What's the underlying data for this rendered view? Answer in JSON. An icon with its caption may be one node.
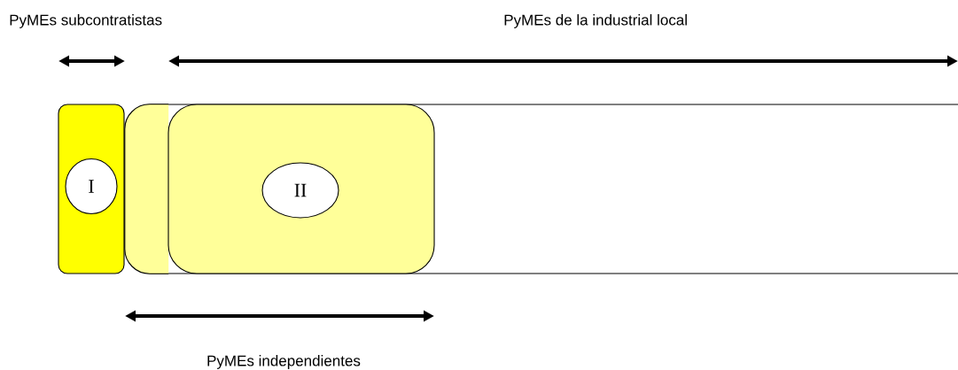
{
  "diagram": {
    "nodes": [
      {
        "text": [],
        "shape": "box"
      },
      {
        "text": [
          "I"
        ],
        "in": 0
      },
      {
        "text": [],
        "shape": "box"
      },
      {
        "text": [],
        "shape": "box",
        "in": 2
      },
      {
        "text": [],
        "shape": "box",
        "in": 2
      },
      {
        "text": [
          "II"
        ],
        "in": 4
      }
    ],
    "labels": [
      "PyMEs subcontratistas",
      "PyMEs de la industrial local",
      "PyMEs independientes"
    ]
  }
}
